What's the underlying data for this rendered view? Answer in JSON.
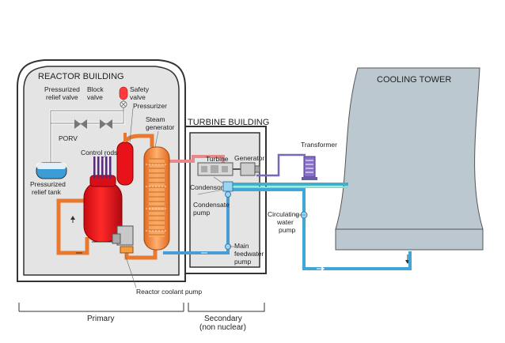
{
  "colors": {
    "primary_loop": "#e8792e",
    "reactor": "#e8121a",
    "steam_gen": "#f08a3a",
    "steam_line": "#e88888",
    "feedwater": "#4a9ad4",
    "cooling_water": "#3fa6d8",
    "building_fill": "#e4e4e4",
    "tower_fill": "#bcc8cf",
    "wall": "#333333",
    "transformer": "#8870c8"
  },
  "labels": {
    "reactor_building": "REACTOR BUILDING",
    "turbine_building": "TURBINE BUILDING",
    "cooling_tower": "COOLING TOWER",
    "pressurized_relief_valve_1": "Pressurized",
    "pressurized_relief_valve_2": "relief valve",
    "block_valve_1": "Block",
    "block_valve_2": "valve",
    "safety_valve_1": "Safety",
    "safety_valve_2": "valve",
    "pressurizer": "Pressurizer",
    "steam_generator_1": "Steam",
    "steam_generator_2": "generator",
    "porv": "PORV",
    "control_rods": "Control rods",
    "pressurized_relief_tank_1": "Pressurized",
    "pressurized_relief_tank_2": "relief tank",
    "turbine": "Turbine",
    "generator": "Generator",
    "transformer": "Transformer",
    "condensor": "Condensor",
    "condensate_pump_1": "Condensate",
    "condensate_pump_2": "pump",
    "main_feedwater_pump_1": "Main",
    "main_feedwater_pump_2": "feedwater",
    "main_feedwater_pump_3": "pump",
    "circulating_water_pump_1": "Circulating",
    "circulating_water_pump_2": "water",
    "circulating_water_pump_3": "pump",
    "reactor_coolant_pump": "Reactor coolant pump",
    "primary": "Primary",
    "secondary_1": "Secondary",
    "secondary_2": "(non nuclear)"
  }
}
